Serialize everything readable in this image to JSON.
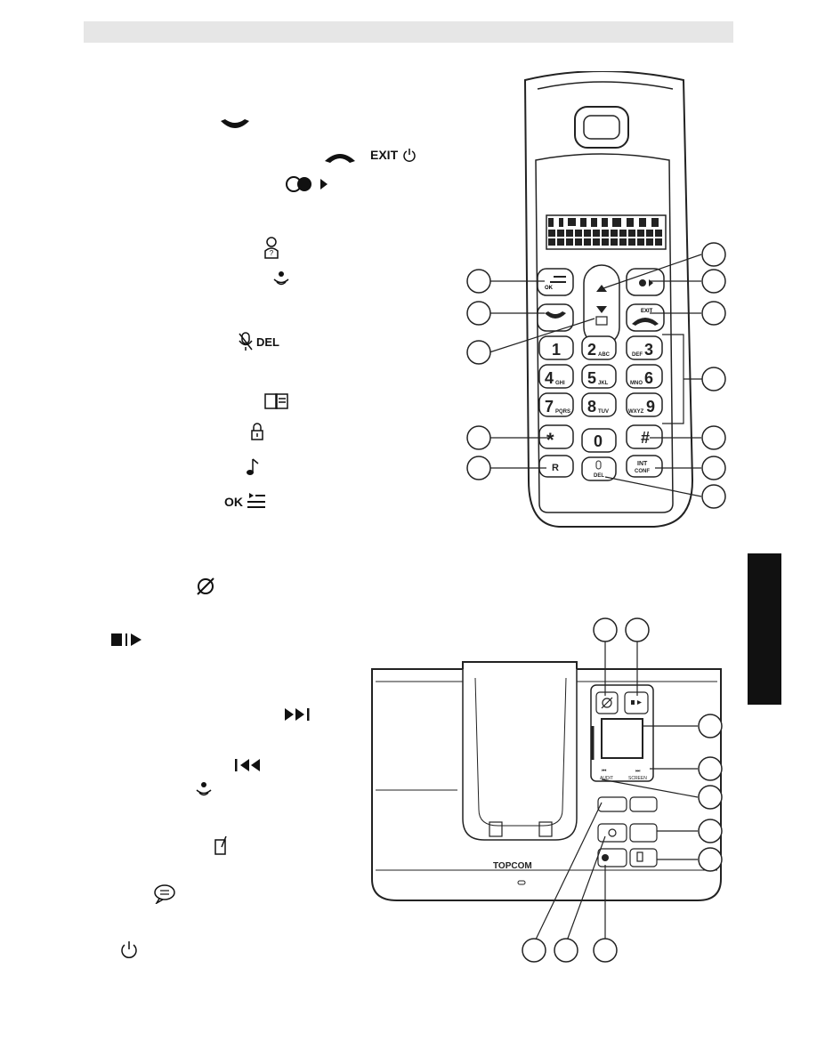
{
  "handset_legend": {
    "exit_label": "EXIT",
    "del_label": "DEL",
    "ok_label": "OK"
  },
  "handset_keys": {
    "exit": "EXIT",
    "ok": "OK",
    "k1": "1",
    "k2": "2",
    "k2_letters": "ABC",
    "k3": "3",
    "k3_letters": "DEF",
    "k4": "4",
    "k4_letters": "GHI",
    "k5": "5",
    "k5_letters": "JKL",
    "k6": "6",
    "k6_letters": "MNO",
    "k7": "7",
    "k7_letters": "PQRS",
    "k8": "8",
    "k8_letters": "TUV",
    "k9": "9",
    "k9_letters": "WXYZ",
    "k0": "0",
    "star": "*",
    "hash": "#",
    "r": "R",
    "int": "INT",
    "conf": "CONF",
    "del": "DEL"
  },
  "base": {
    "brand": "TOPCOM",
    "audit_label": "AUDIT",
    "screen_label": "SCREEN"
  }
}
